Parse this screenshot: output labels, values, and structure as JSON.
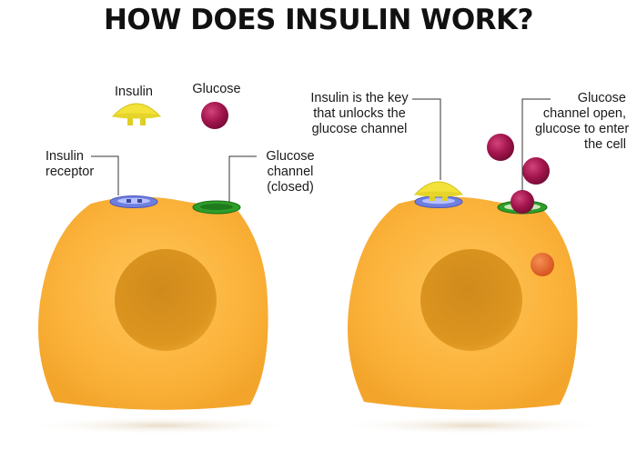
{
  "title": "HOW DOES INSULIN WORK?",
  "legend": {
    "insulin_label": "Insulin",
    "glucose_label": "Glucose"
  },
  "left_cell": {
    "receptor_label": [
      "Insulin",
      "receptor"
    ],
    "channel_label": [
      "Glucose",
      "channel",
      "(closed)"
    ]
  },
  "right_cell": {
    "key_label": [
      "Insulin is the key",
      "that unlocks the",
      "glucose channel"
    ],
    "open_label": [
      "Glucose",
      "channel open,",
      "glucose to enter",
      "the cell"
    ]
  },
  "colors": {
    "cell": "#fbb23a",
    "nucleus": "#d98f1d",
    "insulin": "#f2e23a",
    "receptor": "#6f7fe0",
    "channel": "#2e9e2a",
    "glucose": "#a3154d",
    "glucose_inside": "#e3662d"
  }
}
